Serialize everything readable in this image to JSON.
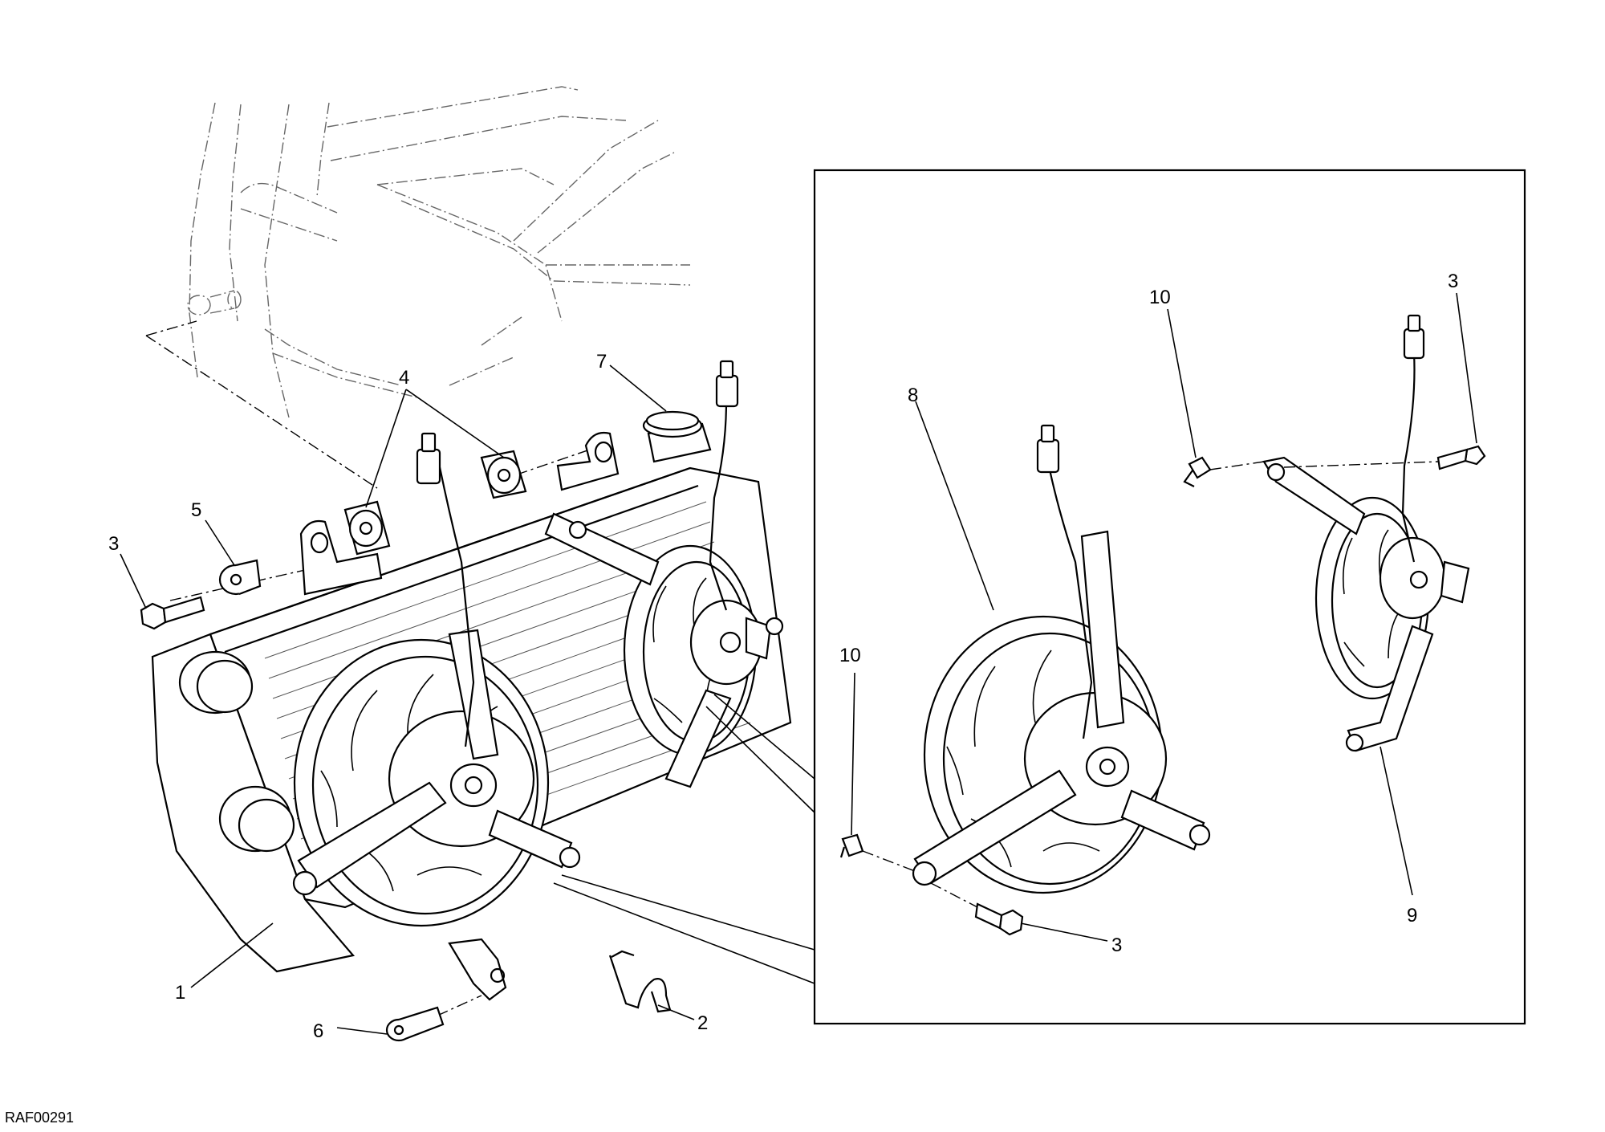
{
  "drawing_code": "RAF00291",
  "callouts": {
    "n1": "1",
    "n2": "2",
    "n3_left": "3",
    "n3_inset_bottom": "3",
    "n3_inset_top": "3",
    "n4": "4",
    "n5": "5",
    "n6": "6",
    "n7": "7",
    "n8": "8",
    "n9": "9",
    "n10_top": "10",
    "n10_left": "10"
  }
}
